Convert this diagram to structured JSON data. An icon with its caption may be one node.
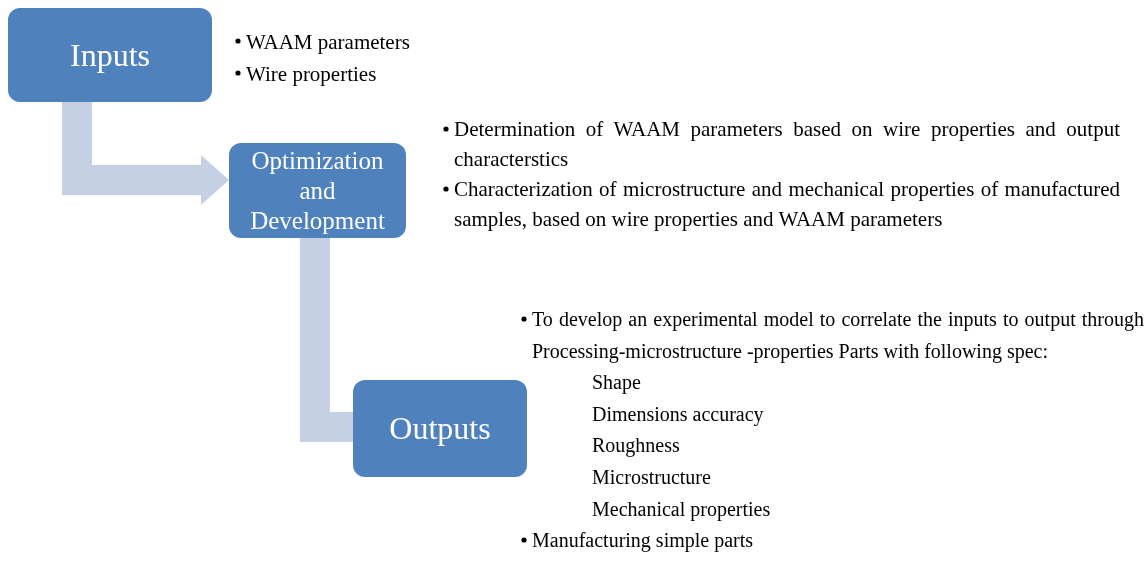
{
  "diagram": {
    "nodes": [
      {
        "text": [
          "Inputs"
        ],
        "beside": [
          "WAAM parameters",
          "Wire properties"
        ]
      },
      {
        "text": [
          "Optimization and Development"
        ],
        "beside": [
          "Determination of WAAM parameters based on wire properties and output characterstics",
          "Characterization of microstructure and mechanical properties of manufactured samples, based on wire properties and WAAM parameters"
        ]
      },
      {
        "text": [
          "Outputs"
        ],
        "beside": [
          "To develop an experimental model to correlate the inputs to output through Processing-microstructure -properties Parts with following spec:",
          "Shape",
          "Dimensions accuracy",
          "Roughness",
          "Microstructure",
          "Mechanical properties",
          "Manufacturing simple parts"
        ]
      }
    ],
    "edges": [
      {
        "from": 0,
        "to": 1,
        "arrow": "to"
      },
      {
        "from": 1,
        "to": 2,
        "arrow": "none"
      }
    ]
  }
}
